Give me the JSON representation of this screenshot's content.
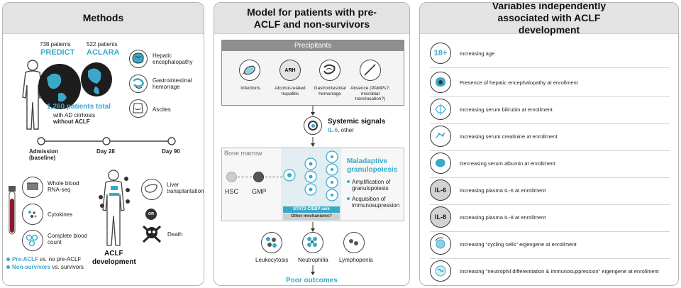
{
  "colors": {
    "accent": "#3aa9c9",
    "header_bg": "#e3e3e3",
    "border": "#b5b5b5",
    "text": "#222222"
  },
  "methods": {
    "title": "Methods",
    "predict_count": "738 patients",
    "predict_name": "PREDICT",
    "aclara_count": "522 patients",
    "aclara_name": "ACLARA",
    "total": "1,260 patients total",
    "total_line2": "with AD cirrhosis",
    "total_line3": "without ACLF",
    "conditions": [
      "Hepatic encephalopathy",
      "Gastrointestinal hemorrage",
      "Ascites"
    ],
    "timeline": [
      "Admission",
      "(baseline)",
      "Day 28",
      "Day 90"
    ],
    "samples": [
      "Whole blood RNA-seq",
      "Cytokines",
      "Complete blood count"
    ],
    "outcomes": {
      "liver": "Liver transplantation",
      "or": "OR",
      "death": "Death",
      "aclf_1": "ACLF",
      "aclf_2": "development"
    },
    "comparisons": [
      {
        "cyan": "Pre-ACLF",
        "vs": " vs.",
        "rest": " no pre-ACLF"
      },
      {
        "cyan": "Non-survivors",
        "vs": " vs.",
        "rest": " survivors"
      }
    ]
  },
  "model": {
    "title": "Model for patients with pre-ACLF and non-survivors",
    "precipitants_title": "Precipitants",
    "precipitants": [
      "Infections",
      "Alcohol-related hepatitis",
      "Gastrointestinal hemorrage",
      "Absence (PAMPs?, microbial translocation?)"
    ],
    "arh": "ARH",
    "systemic_title": "Systemic signals",
    "systemic_sub_cyan": "IL-6",
    "systemic_sub": ", other",
    "bone_marrow": "Bone marrow",
    "hsc": "HSC",
    "gmp": "GMP",
    "stat3": "STAT3-C/EBP axis",
    "other_mech": "Other mechanisms?",
    "maladaptive_1": "Maladaptive",
    "maladaptive_2": "granulopoiesis",
    "bullets": [
      "Amplification of granulopoiesis",
      "Acquisition of immunosupression"
    ],
    "cells": [
      "Leukocytosis",
      "Neutrophilia",
      "Lymphopenia"
    ],
    "poor": "Poor outcomes"
  },
  "variables": {
    "title": "Variables independently associated with ACLF development",
    "age_icon": "18+",
    "il6_icon": "IL-6",
    "il8_icon": "IL-8",
    "items": [
      "Increasing age",
      "Presence of hepatic encephalopathy at enrollment",
      "Increasing serum bilirubin at enrollment",
      "Increasing serum creatinine at enrollment",
      "Decreasing serum albumin at enrollment",
      "Increasing plasma IL-6 at enrollment",
      "Increasing plasma IL-8 at enrollment",
      "Increasing \"cycling cells\" eigengene at enrollment",
      "Increasing \"neutrophil differentiation & immunosuppression\" eigengene at enrollment"
    ]
  }
}
